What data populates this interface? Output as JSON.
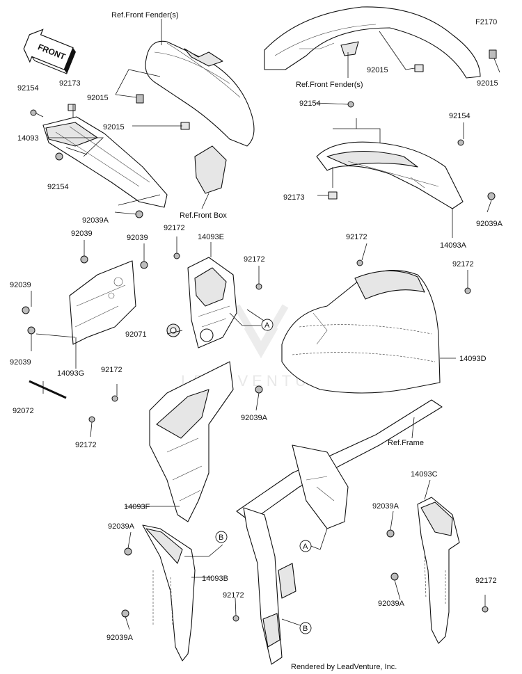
{
  "figure_code": "F2170",
  "front_badge": "FRONT",
  "watermark": "LEADVENTURE",
  "footer": "Rendered by LeadVenture, Inc.",
  "callouts": {
    "a": "A",
    "b": "B"
  },
  "refs": {
    "front_fender_1": "Ref.Front Fender(s)",
    "front_fender_2": "Ref.Front Fender(s)",
    "front_box": "Ref.Front Box",
    "frame": "Ref.Frame"
  },
  "parts": {
    "p92154_a": "92154",
    "p92173_a": "92173",
    "p14093": "14093",
    "p92015_a": "92015",
    "p92015_b": "92015",
    "p92154_b": "92154",
    "p92039A_a": "92039A",
    "p92015_c": "92015",
    "p92015_d": "92015",
    "p92154_c": "92154",
    "p92154_d": "92154",
    "p92173_b": "92173",
    "p92039A_b": "92039A",
    "p14093A": "14093A",
    "p92039_a": "92039",
    "p92039_b": "92039",
    "p92172_a": "92172",
    "p14093E": "14093E",
    "p92172_b": "92172",
    "p92039_c": "92039",
    "p92039_d": "92039",
    "p14093G": "14093G",
    "p92071": "92071",
    "p92172_c": "92172",
    "p92172_d": "92172",
    "p14093D": "14093D",
    "p92172_e": "92172",
    "p92072": "92072",
    "p92039A_c": "92039A",
    "p92172_f": "92172",
    "p14093F": "14093F",
    "p14093C": "14093C",
    "p92039A_d": "92039A",
    "p92039A_e": "92039A",
    "p14093B": "14093B",
    "p92172_g": "92172",
    "p92172_h": "92172",
    "p92039A_f": "92039A"
  }
}
